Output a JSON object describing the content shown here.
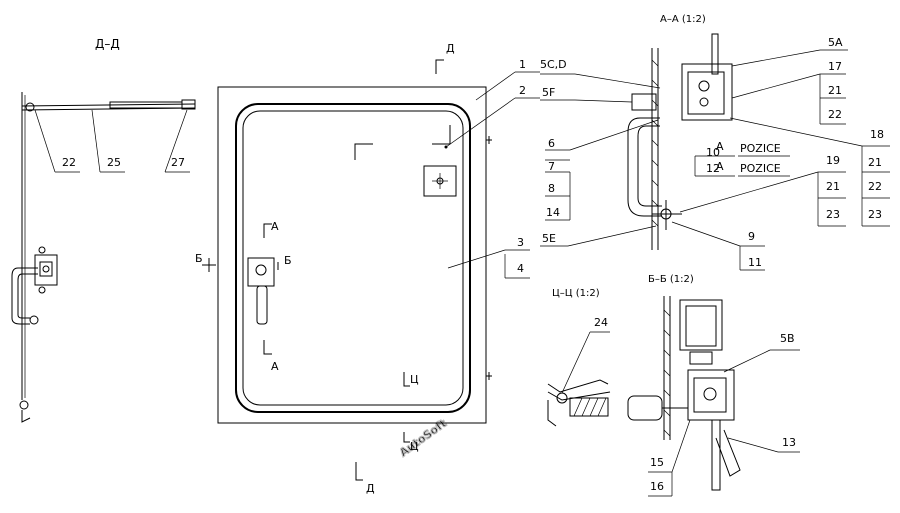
{
  "section_titles": {
    "dd": "Д–Д",
    "aa": "А–А (1:2)",
    "cc": "Ц–Ц (1:2)",
    "bb": "Б–Б (1:2)"
  },
  "cut_markers": {
    "d_top": "Д",
    "d_bottom": "Д",
    "a_top": "А",
    "a_bottom": "А",
    "b_left": "Б",
    "b_right": "Б",
    "c_top": "Ц",
    "c_bottom": "Ц"
  },
  "labels": {
    "n1": "1",
    "n2": "2",
    "n3": "3",
    "n4": "4",
    "n22a": "22",
    "n25": "25",
    "n27": "27",
    "n5cd": "5C,D",
    "n5f": "5F",
    "n5a": "5A",
    "n17": "17",
    "n21a": "21",
    "n22b": "22",
    "n6": "6",
    "n7": "7",
    "n8": "8",
    "n14": "14",
    "n10": "10",
    "n12": "12",
    "pozice1": "POZICE",
    "pozice2": "POZICE",
    "a1": "A",
    "a2": "A",
    "n18": "18",
    "n21b": "21",
    "n22c": "22",
    "n19": "19",
    "n21c": "21",
    "n23a": "23",
    "n23b": "23",
    "n5e": "5E",
    "n9": "9",
    "n11": "11",
    "n24": "24",
    "n5b": "5B",
    "n13": "13",
    "n15": "15",
    "n16": "16"
  },
  "watermark": "AutoSoft"
}
